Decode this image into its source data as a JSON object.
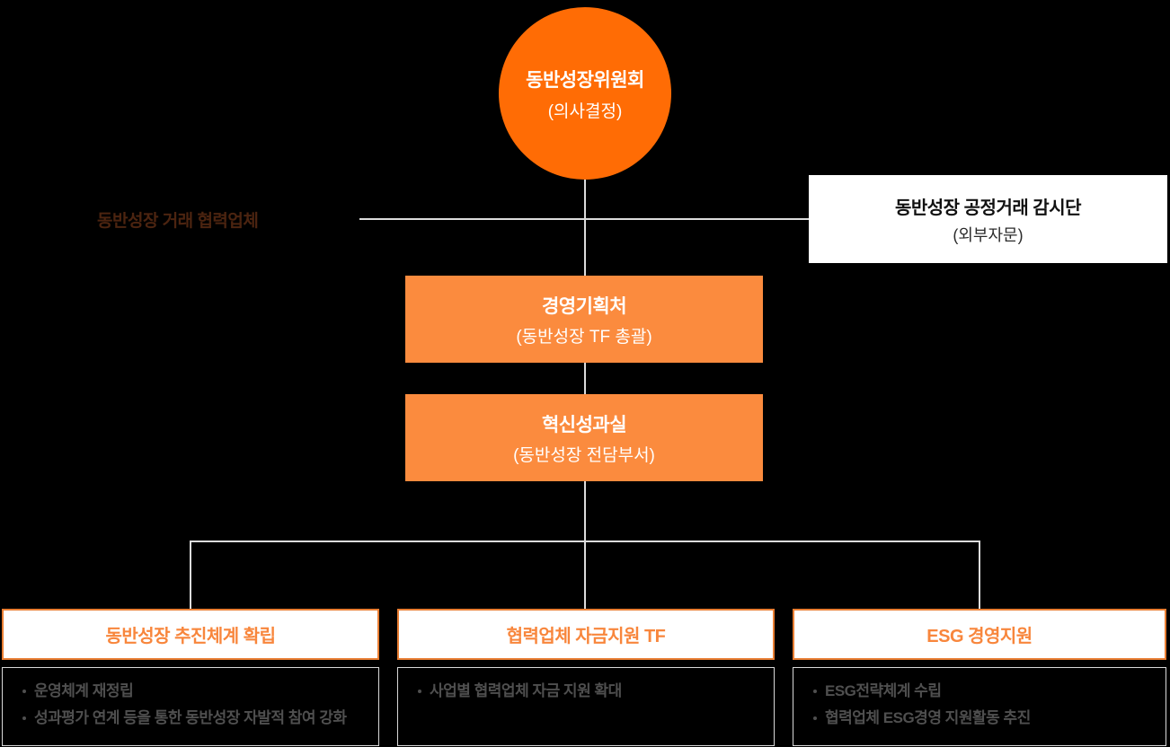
{
  "colors": {
    "background": "#000000",
    "circle_orange": "#ff6c05",
    "mid_box_orange": "#fb8b3e",
    "header_text_orange": "#f8863c",
    "header_border_orange": "#e97e33",
    "side_label_dim_orange": "#4c2410",
    "bullet_gray": "#4f4f4f",
    "connector_gray": "#dcdcdc",
    "advisory_box_white": "#ffffff"
  },
  "org_chart": {
    "top_node": {
      "title": "동반성장위원회",
      "subtitle": "(의사결정)"
    },
    "side_label": "동반성장 거래 협력업체",
    "advisory_node": {
      "title": "동반성장 공정거래 감시단",
      "subtitle": "(외부자문)"
    },
    "mid_nodes": [
      {
        "title": "경영기획처",
        "subtitle": "(동반성장 TF 총괄)"
      },
      {
        "title": "혁신성과실",
        "subtitle": "(동반성장 전담부서)"
      }
    ],
    "bottom_groups": [
      {
        "header": "동반성장 추진체계 확립",
        "bullets": [
          "운영체계 재정립",
          "성과평가 연계 등을 통한 동반성장 자발적 참여 강화"
        ]
      },
      {
        "header": "협력업체 자금지원 TF",
        "bullets": [
          "사업별 협력업체 자금 지원 확대"
        ]
      },
      {
        "header": "ESG 경영지원",
        "bullets": [
          "ESG전략체계 수립",
          "협력업체 ESG경영 지원활동 추진"
        ]
      }
    ]
  }
}
